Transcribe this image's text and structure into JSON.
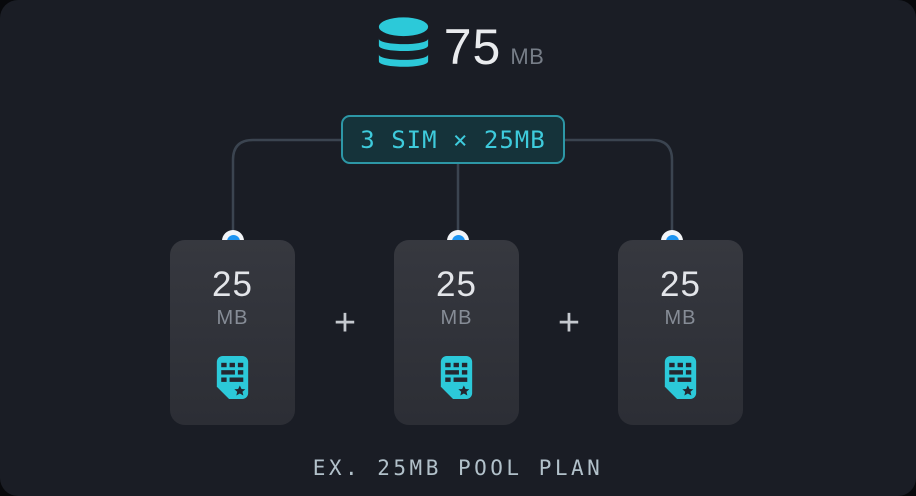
{
  "header": {
    "icon": "database",
    "total_value": "75",
    "total_unit": "MB"
  },
  "badge": {
    "label": "3 SIM × 25MB"
  },
  "cards": [
    {
      "value": "25",
      "unit": "MB",
      "icon": "sim-card"
    },
    {
      "value": "25",
      "unit": "MB",
      "icon": "sim-card"
    },
    {
      "value": "25",
      "unit": "MB",
      "icon": "sim-card"
    }
  ],
  "operators": {
    "plus": "+"
  },
  "caption": {
    "label": "EX. 25MB POOL PLAN"
  },
  "colors": {
    "accent_teal": "#2cc9d9",
    "badge_bg": "#15333a",
    "badge_border": "#2d97a6",
    "badge_text": "#3ecbdc",
    "connector": "#3b4450",
    "dot_blue": "#1e95f2",
    "dot_ring": "#f3f5f8",
    "panel_bg": "#1a1d25",
    "card_bg": "#33363d",
    "value_text": "#e3e5e9",
    "unit_text": "#868c96",
    "caption_text": "#b2c1ca"
  }
}
